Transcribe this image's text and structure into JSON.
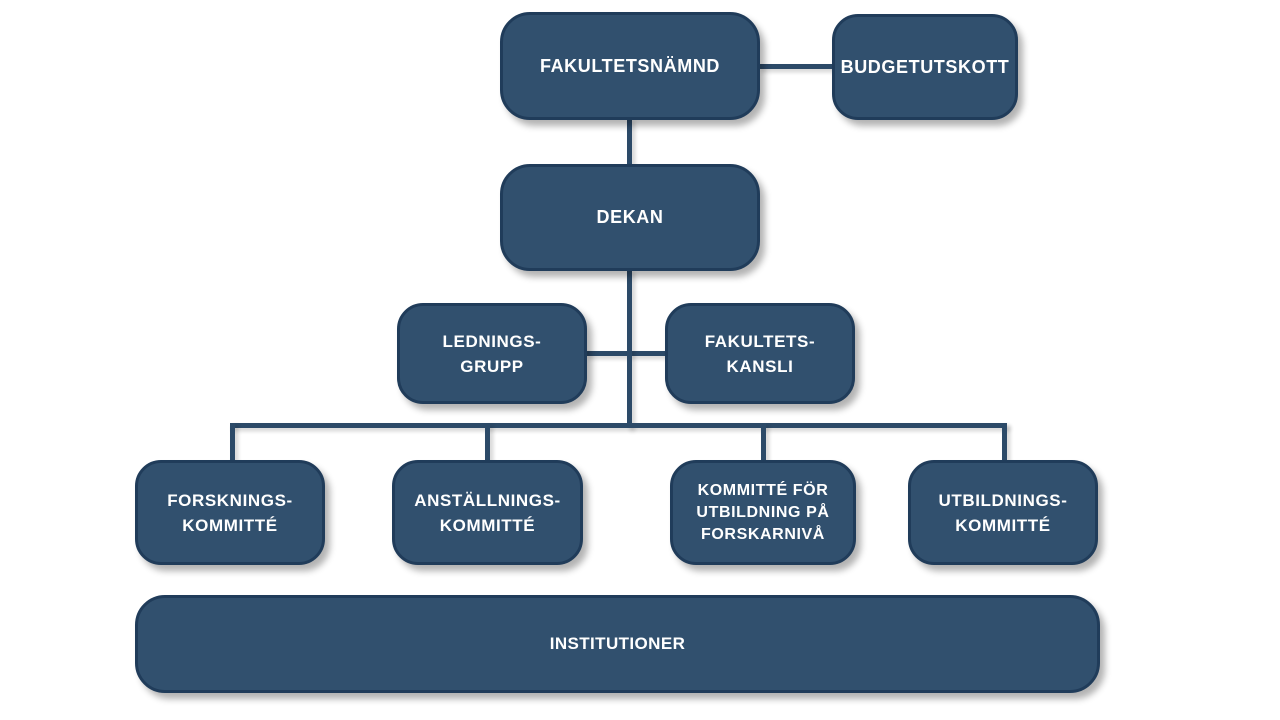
{
  "diagram": {
    "type": "org-chart",
    "language": "sv",
    "colors": {
      "background": "#ffffff",
      "box_fill": "#31506e",
      "box_border": "#203c5a",
      "connector": "#2c4a68",
      "text": "#ffffff"
    },
    "nodes": {
      "fakultetsnamnd": "FAKULTETSNÄMND",
      "budgetutskott": "BUDGETUTSKOTT",
      "dekan": "DEKAN",
      "ledningsgrupp": "LEDNINGS-\nGRUPP",
      "fakultetskansli": "FAKULTETS-\nKANSLI",
      "forskningskommitte": "FORSKNINGS-\nKOMMITTÉ",
      "anstallningskommitte": "ANSTÄLLNINGS-\nKOMMITTÉ",
      "kommitte_utbildning_forskarniva": "KOMMITTÉ FÖR\nUTBILDNING PÅ\nFORSKARNIVÅ",
      "utbildningskommitte": "UTBILDNINGS-\nKOMMITTÉ",
      "institutioner": "INSTITUTIONER"
    },
    "edges": [
      {
        "from": "fakultetsnamnd",
        "to": "budgetutskott"
      },
      {
        "from": "fakultetsnamnd",
        "to": "dekan"
      },
      {
        "from": "dekan",
        "to": "ledningsgrupp"
      },
      {
        "from": "dekan",
        "to": "fakultetskansli"
      },
      {
        "from": "dekan",
        "to": "forskningskommitte"
      },
      {
        "from": "dekan",
        "to": "anstallningskommitte"
      },
      {
        "from": "dekan",
        "to": "kommitte_utbildning_forskarniva"
      },
      {
        "from": "dekan",
        "to": "utbildningskommitte"
      }
    ]
  }
}
